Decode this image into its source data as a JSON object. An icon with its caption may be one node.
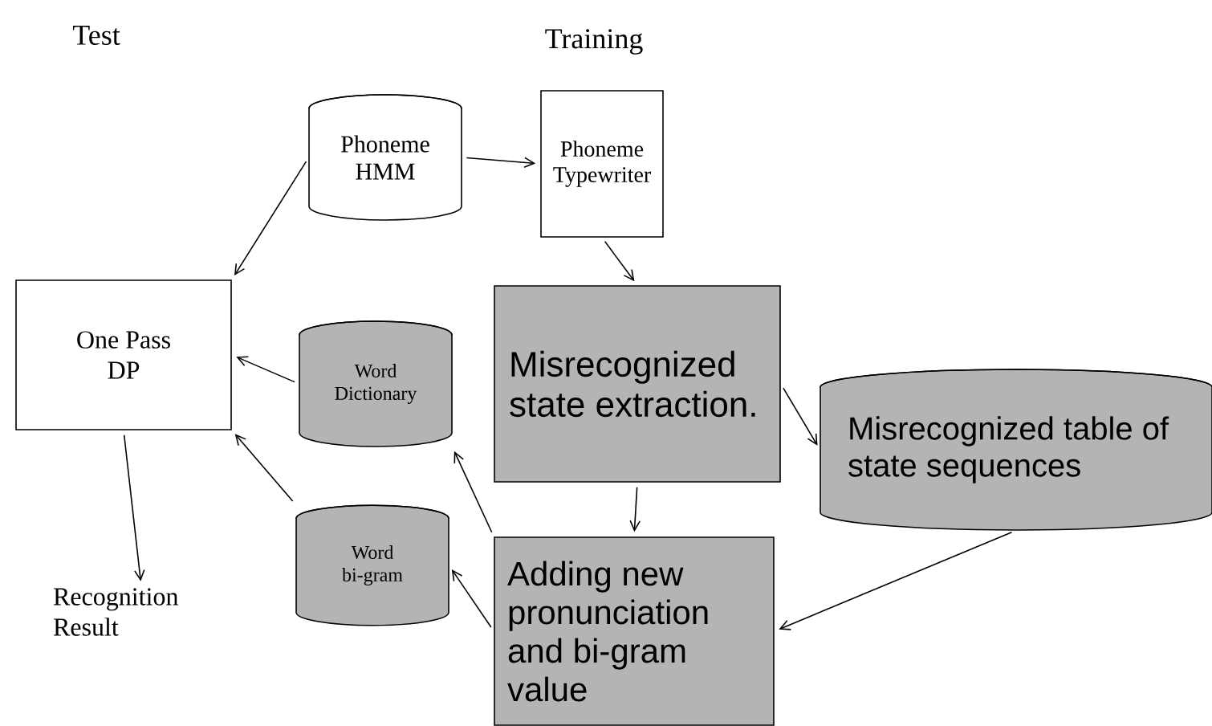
{
  "diagram": {
    "nodes": [
      {
        "text": [
          "Phoneme HMM"
        ]
      },
      {
        "text": [
          "Phoneme Typewriter"
        ]
      },
      {
        "text": [
          "One Pass DP"
        ]
      },
      {
        "text": [
          "Word Dictionary"
        ]
      },
      {
        "text": [
          "Misrecognized state extraction."
        ]
      },
      {
        "text": [
          "Misrecognized table of state sequences"
        ]
      },
      {
        "text": [
          "Word bi-gram"
        ]
      },
      {
        "text": [
          "Adding new pronunciation and bi-gram value"
        ]
      },
      {
        "text": [
          "Recognition Result"
        ]
      }
    ],
    "edges": [
      {
        "from": 0,
        "to": 1,
        "arrow": "to"
      },
      {
        "from": 0,
        "to": 2,
        "arrow": "to"
      },
      {
        "from": 1,
        "to": 4,
        "arrow": "to"
      },
      {
        "from": 3,
        "to": 2,
        "arrow": "to"
      },
      {
        "from": 4,
        "to": 5,
        "arrow": "to"
      },
      {
        "from": 4,
        "to": 7,
        "arrow": "to"
      },
      {
        "from": 7,
        "to": 3,
        "arrow": "to"
      },
      {
        "from": 7,
        "to": 6,
        "arrow": "to"
      },
      {
        "from": 6,
        "to": 2,
        "arrow": "to"
      },
      {
        "from": 2,
        "to": 8,
        "arrow": "to"
      },
      {
        "from": 5,
        "to": 7,
        "arrow": "to"
      }
    ],
    "labels": [
      "Test",
      "Training"
    ]
  }
}
